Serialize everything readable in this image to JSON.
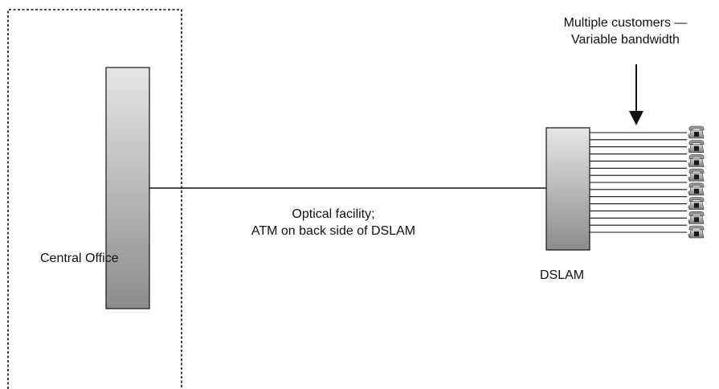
{
  "central_office": {
    "label": "Central Office"
  },
  "facility": {
    "line1": "Optical facility;",
    "line2": "ATM on back side of DSLAM"
  },
  "dslam": {
    "label": "DSLAM"
  },
  "customers": {
    "line1": "Multiple customers —",
    "line2": "Variable bandwidth",
    "count": 8,
    "icon": "telephone-icon",
    "drop_line_count": 15
  },
  "colors": {
    "box_top": "#e6e6e6",
    "box_bottom": "#8f8f8f",
    "line": "#111111"
  }
}
